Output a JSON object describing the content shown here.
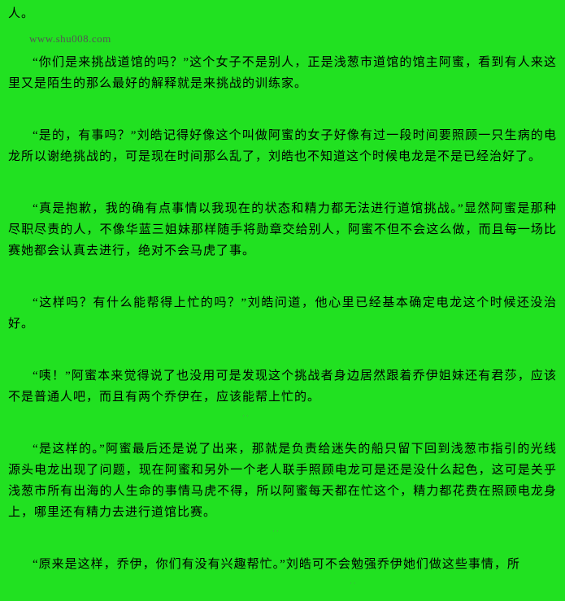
{
  "page": {
    "background_color": "#21e121",
    "text_color": "#000000",
    "site_url_color": "#555555"
  },
  "header": {
    "continuation_text": "人。",
    "site_url": "www.shu008.com"
  },
  "content": {
    "paragraphs": [
      "“你们是来挑战道馆的吗？”这个女子不是别人，正是浅葱市道馆的馆主阿蜜，看到有人来这里又是陌生的那么最好的解释就是来挑战的训练家。",
      "“是的，有事吗？”刘皓记得好像这个叫做阿蜜的女子好像有过一段时间要照顾一只生病的电龙所以谢绝挑战的，可是现在时间那么乱了，刘皓也不知道这个时候电龙是不是已经治好了。",
      "“真是抱歉，我的确有点事情以我现在的状态和精力都无法进行道馆挑战。”显然阿蜜是那种尽职尽责的人，不像华蓝三姐妹那样随手将勋章交给别人，阿蜜不但不会这么做，而且每一场比赛她都会认真去进行，绝对不会马虎了事。",
      "“这样吗？有什么能帮得上忙的吗？”刘皓问道，他心里已经基本确定电龙这个时候还没治好。",
      "“咦！”阿蜜本来觉得说了也没用可是发现这个挑战者身边居然跟着乔伊姐妹还有君莎，应该不是普通人吧，而且有两个乔伊在，应该能帮上忙的。",
      "“是这样的。”阿蜜最后还是说了出来，那就是负责给迷失的船只留下回到浅葱市指引的光线源头电龙出现了问题，现在阿蜜和另外一个老人联手照顾电龙可是还是没什么起色，这可是关乎浅葱市所有出海的人生命的事情马虎不得，所以阿蜜每天都在忙这个，精力都花费在照顾电龙身上，哪里还有精力去进行道馆比赛。",
      "“原来是这样，乔伊，你们有没有兴趣帮忙。”刘皓可不会勉强乔伊她们做这些事情，所"
    ]
  },
  "noise_marks": [
    {
      "text": "··"
    },
    {
      "text": "··"
    },
    {
      "text": "··"
    },
    {
      "text": "··"
    }
  ]
}
